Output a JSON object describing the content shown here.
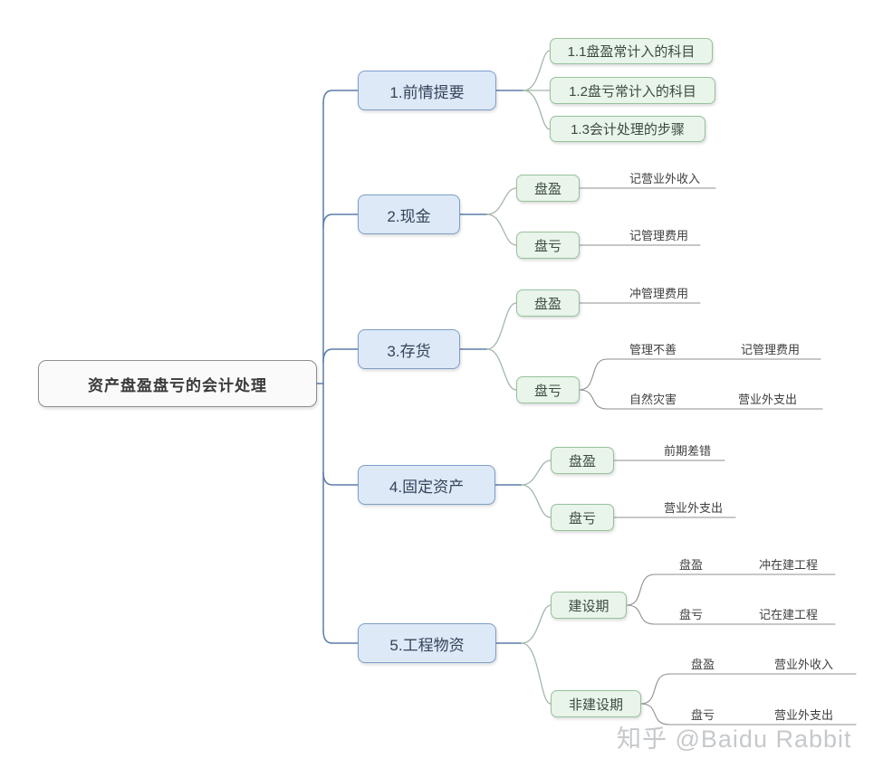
{
  "root": {
    "label": "资产盘盈盘亏的会计处理"
  },
  "branches": [
    {
      "label": "1.前情提要",
      "children": [
        {
          "label": "1.1盘盈常计入的科目"
        },
        {
          "label": "1.2盘亏常计入的科目"
        },
        {
          "label": "1.3会计处理的步骤"
        }
      ]
    },
    {
      "label": "2.现金",
      "children": [
        {
          "label": "盘盈",
          "leaf": "记营业外收入"
        },
        {
          "label": "盘亏",
          "leaf": "记管理费用"
        }
      ]
    },
    {
      "label": "3.存货",
      "children": [
        {
          "label": "盘盈",
          "leaf": "冲管理费用"
        },
        {
          "label": "盘亏",
          "cases": [
            {
              "cause": "管理不善",
              "result": "记管理费用"
            },
            {
              "cause": "自然灾害",
              "result": "营业外支出"
            }
          ]
        }
      ]
    },
    {
      "label": "4.固定资产",
      "children": [
        {
          "label": "盘盈",
          "leaf": "前期差错"
        },
        {
          "label": "盘亏",
          "leaf": "营业外支出"
        }
      ]
    },
    {
      "label": "5.工程物资",
      "children": [
        {
          "label": "建设期",
          "cases": [
            {
              "cause": "盘盈",
              "result": "冲在建工程"
            },
            {
              "cause": "盘亏",
              "result": "记在建工程"
            }
          ]
        },
        {
          "label": "非建设期",
          "cases": [
            {
              "cause": "盘盈",
              "result": "营业外收入"
            },
            {
              "cause": "盘亏",
              "result": "营业外支出"
            }
          ]
        }
      ]
    }
  ],
  "watermark": "知乎 @Baidu Rabbit",
  "colors": {
    "branch_line": "#5b7da8",
    "child_line": "#a4b8a7",
    "leaf_line": "#8f8f8f",
    "lvl1_fill": "#dde9f7",
    "lvl1_border": "#7d9dc8",
    "lvl2_fill": "#e9f4ea",
    "lvl2_border": "#96c29b",
    "root_border": "#8f8f8f"
  }
}
